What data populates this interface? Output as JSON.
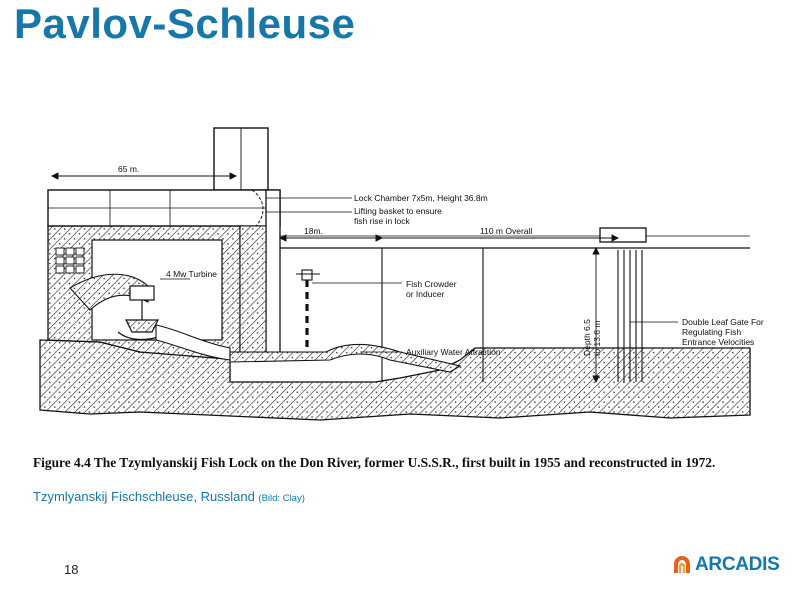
{
  "slide": {
    "title": "Pavlov-Schleuse",
    "page_number": "18"
  },
  "figure": {
    "labels": {
      "width_65": "65 m.",
      "lock_chamber": "Lock Chamber 7x5m, Height 36.8m",
      "lifting_basket_1": "Lifting basket to ensure",
      "lifting_basket_2": "fish rise in lock",
      "width_18": "18m.",
      "overall_110": "110 m Overall",
      "turbine": "4 Mw Turbine",
      "fish_crowder_1": "Fish Crowder",
      "fish_crowder_2": "or Inducer",
      "depth_1": "Depth 6.5",
      "depth_2": "to 13.6 m",
      "gate_1": "Double Leaf Gate For",
      "gate_2": "Regulating Fish",
      "gate_3": "Entrance Velocities",
      "aux_water": "Auxiliary Water Attraction"
    },
    "caption": "Figure 4.4   The Tzymlyanskij Fish Lock on the Don River, former U.S.S.R., first built in 1955 and reconstructed in 1972."
  },
  "subcaption": {
    "text": "Tzymlyanskij Fischschleuse, Russland",
    "credit": "(Bild: Clay)"
  },
  "logo": {
    "text": "ARCADIS",
    "icon": "arcadis-logo-icon",
    "colors": {
      "icon_primary": "#e8611a",
      "icon_secondary": "#f4a13a",
      "text": "#1677a8"
    }
  },
  "colors": {
    "title": "#1677a8",
    "drawing": "#111111"
  }
}
